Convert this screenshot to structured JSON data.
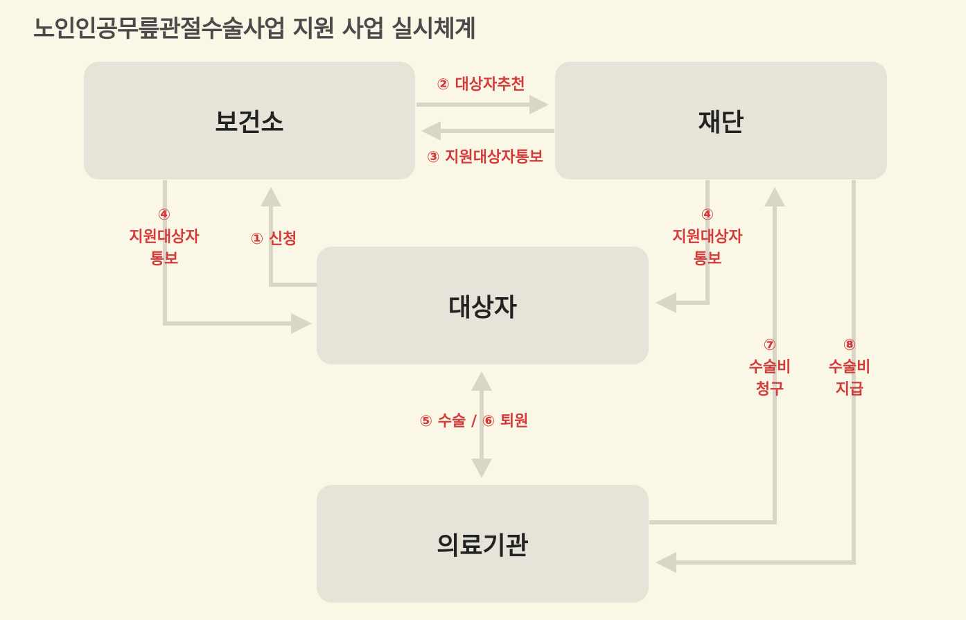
{
  "title": "노인인공무릎관절수술사업 지원 사업 실시체계",
  "nodes": {
    "health_center": "보건소",
    "foundation": "재단",
    "target": "대상자",
    "medical": "의료기관"
  },
  "edges": {
    "apply": "① 신청",
    "recommend": "② 대상자추천",
    "notify_center": "③ 지원대상자통보",
    "notify_left": {
      "num": "④",
      "line1": "지원대상자",
      "line2": "통보"
    },
    "notify_right": {
      "num": "④",
      "line1": "지원대상자",
      "line2": "통보"
    },
    "surgery": "⑤ 수술 / ⑥ 퇴원",
    "claim": {
      "num": "⑦",
      "line1": "수술비",
      "line2": "청구"
    },
    "pay": {
      "num": "⑧",
      "line1": "수술비",
      "line2": "지급"
    }
  },
  "colors": {
    "background": "#fbf7e6",
    "node": "#e6e4d8",
    "line": "#d9d6c8",
    "label": "#d33b3b"
  }
}
